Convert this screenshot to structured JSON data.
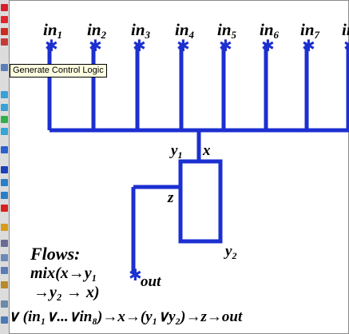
{
  "tooltip": {
    "text": "Generate Control Logic"
  },
  "inputs": [
    {
      "base": "in",
      "sub": "1"
    },
    {
      "base": "in",
      "sub": "2"
    },
    {
      "base": "in",
      "sub": "3"
    },
    {
      "base": "in",
      "sub": "4"
    },
    {
      "base": "in",
      "sub": "5"
    },
    {
      "base": "in",
      "sub": "6"
    },
    {
      "base": "in",
      "sub": "7"
    },
    {
      "base": "in",
      "sub": ""
    }
  ],
  "labels": {
    "y1_base": "y",
    "y1_sub": "1",
    "x": "x",
    "z": "z",
    "y2_base": "y",
    "y2_sub": "2",
    "out": "out"
  },
  "flows": {
    "title": "Flows:",
    "line1": "mix(x→y₁",
    "line2": "→y₂ → x)",
    "line3": "∨ (in₁∨...∨in₈)→x→(y₁∨y₂)→z→out"
  },
  "colors": {
    "wire": "#1c2fd0",
    "text": "#000000",
    "tooltip_bg": "#ffffe1"
  },
  "toolbar": {
    "tools": [
      {
        "icon": "stop-icon",
        "color": "#d6202a"
      },
      {
        "icon": "target-icon",
        "color": "#e0252e"
      },
      {
        "icon": "step-icon",
        "color": "#cc2a20"
      },
      {
        "icon": "grid-icon",
        "color": "#c83a3a"
      },
      {
        "icon": "generate-control-logic-icon",
        "color": "#5a7fb8"
      },
      {
        "icon": "arrow-right-icon",
        "color": "#3aa0d8"
      },
      {
        "icon": "arrow-right-icon",
        "color": "#3aa0d8"
      },
      {
        "icon": "diamond-icon",
        "color": "#2fb04a"
      },
      {
        "icon": "arrow-right-icon",
        "color": "#34a5d8"
      },
      {
        "icon": "double-arrow-icon",
        "color": "#2a5fd0"
      },
      {
        "icon": "rectangle-icon",
        "color": "#1a3fb8"
      },
      {
        "icon": "box-icon",
        "color": "#2a7fc8"
      },
      {
        "icon": "box-icon",
        "color": "#2a7fc8"
      },
      {
        "icon": "connector-icon",
        "color": "#d82020"
      },
      {
        "icon": "pencil-icon",
        "color": "#d89b1a"
      },
      {
        "icon": "panel-icon",
        "color": "#6a6a9a"
      },
      {
        "icon": "panel-icon",
        "color": "#6a8ab8"
      },
      {
        "icon": "panel-icon",
        "color": "#5a7ab8"
      },
      {
        "icon": "pen-icon",
        "color": "#b88a2a"
      },
      {
        "icon": "layout-icon",
        "color": "#6a8aa8"
      },
      {
        "icon": "tree-icon",
        "color": "#4a7ab8"
      }
    ]
  }
}
